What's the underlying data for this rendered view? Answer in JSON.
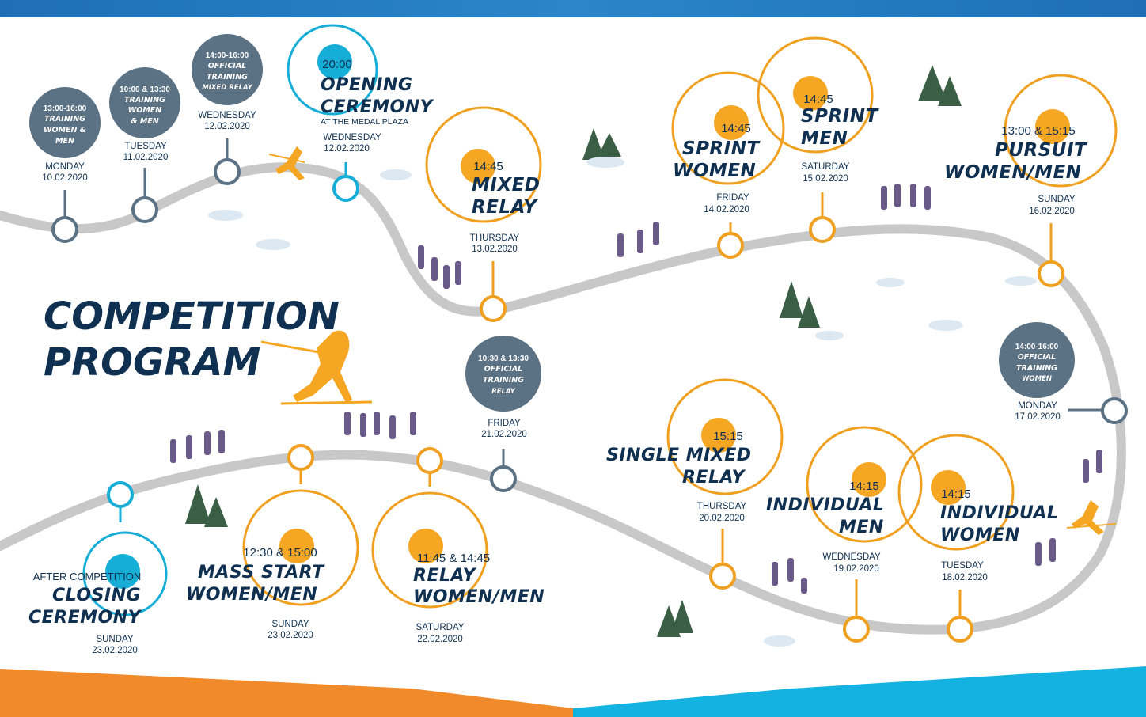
{
  "colors": {
    "navy": "#0f3050",
    "orange": "#f5a623",
    "orange_ring": "#f0a020",
    "cyan": "#16aed6",
    "slate": "#5b7184",
    "track": "#c8c8c8",
    "top_bar": "#1f6fb5",
    "bottom_orange": "#f08a2a",
    "bottom_cyan": "#13b2e0"
  },
  "main_title": {
    "line1": "COMPETITION",
    "line2": "PROGRAM"
  },
  "training": [
    {
      "time": "13:00-16:00",
      "line1": "TRAINING",
      "line2": "WOMEN &",
      "line3": "MEN",
      "day": "MONDAY",
      "date": "10.02.2020"
    },
    {
      "time": "10:00 & 13:30",
      "line1": "TRAINING",
      "line2": "WOMEN",
      "line3": "& MEN",
      "day": "TUESDAY",
      "date": "11.02.2020"
    },
    {
      "time": "14:00-16:00",
      "line1": "OFFICIAL",
      "line2": "TRAINING",
      "line3": "MIXED RELAY",
      "day": "WEDNESDAY",
      "date": "12.02.2020"
    },
    {
      "time": "10:30 & 13:30",
      "line1": "OFFICIAL",
      "line2": "TRAINING",
      "line3": "RELAY",
      "day": "FRIDAY",
      "date": "21.02.2020"
    },
    {
      "time": "14:00-16:00",
      "line1": "OFFICIAL",
      "line2": "TRAINING",
      "line3": "WOMEN",
      "day": "MONDAY",
      "date": "17.02.2020"
    }
  ],
  "ceremonies": [
    {
      "time": "20:00",
      "title1": "OPENING",
      "title2": "CEREMONY",
      "sub": "AT THE MEDAL PLAZA",
      "day": "WEDNESDAY",
      "date": "12.02.2020"
    },
    {
      "time": "AFTER COMPETITION",
      "title1": "CLOSING",
      "title2": "CEREMONY",
      "day": "SUNDAY",
      "date": "23.02.2020"
    }
  ],
  "events": [
    {
      "time": "14:45",
      "title1": "MIXED",
      "title2": "RELAY",
      "day": "THURSDAY",
      "date": "13.02.2020"
    },
    {
      "time": "14:45",
      "title1": "SPRINT",
      "title2": "WOMEN",
      "day": "FRIDAY",
      "date": "14.02.2020"
    },
    {
      "time": "14:45",
      "title1": "SPRINT",
      "title2": "MEN",
      "day": "SATURDAY",
      "date": "15.02.2020"
    },
    {
      "time": "13:00 & 15:15",
      "title1": "PURSUIT",
      "title2": "WOMEN/MEN",
      "day": "SUNDAY",
      "date": "16.02.2020"
    },
    {
      "time": "14:15",
      "title1": "INDIVIDUAL",
      "title2": "WOMEN",
      "day": "TUESDAY",
      "date": "18.02.2020"
    },
    {
      "time": "14:15",
      "title1": "INDIVIDUAL",
      "title2": "MEN",
      "day": "WEDNESDAY",
      "date": "19.02.2020"
    },
    {
      "time": "15:15",
      "title1": "SINGLE MIXED",
      "title2": "RELAY",
      "day": "THURSDAY",
      "date": "20.02.2020"
    },
    {
      "time": "11:45 & 14:45",
      "title1": "RELAY",
      "title2": "WOMEN/MEN",
      "day": "SATURDAY",
      "date": "22.02.2020"
    },
    {
      "time": "12:30 & 15:00",
      "title1": "MASS START",
      "title2": "WOMEN/MEN",
      "day": "SUNDAY",
      "date": "23.02.2020"
    }
  ]
}
